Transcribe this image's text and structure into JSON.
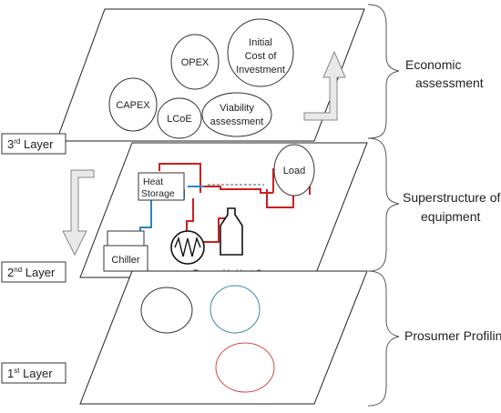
{
  "layers": {
    "third": {
      "prefix": "3",
      "sup": "rd",
      "suffix": " Layer"
    },
    "second": {
      "prefix": "2",
      "sup": "nd",
      "suffix": " Layer"
    },
    "first": {
      "prefix": "1",
      "sup": "st",
      "suffix": " Layer"
    }
  },
  "economic": {
    "opex": "OPEX",
    "capex": "CAPEX",
    "lcoe": "LCoE",
    "initial_cost": [
      "Initial",
      "Cost of",
      "Investment"
    ],
    "viability": [
      "Viability",
      "assessment"
    ]
  },
  "equipment": {
    "heat_storage": [
      "Heat",
      "Storage"
    ],
    "load": "Load",
    "chiller": "Chiller",
    "renewable": "Renewable Heat Source"
  },
  "right_labels": {
    "economic": [
      "Economic",
      "assessment"
    ],
    "superstructure": [
      "Superstructure of",
      "equipment"
    ],
    "prosumer": "Prosumer Profiling"
  },
  "colors": {
    "hot_line": "#cc1f1f",
    "cold_line": "#2a86c7",
    "prosumer_red_oval": "#d24a4a",
    "prosumer_teal_oval": "#3a8aa6"
  }
}
